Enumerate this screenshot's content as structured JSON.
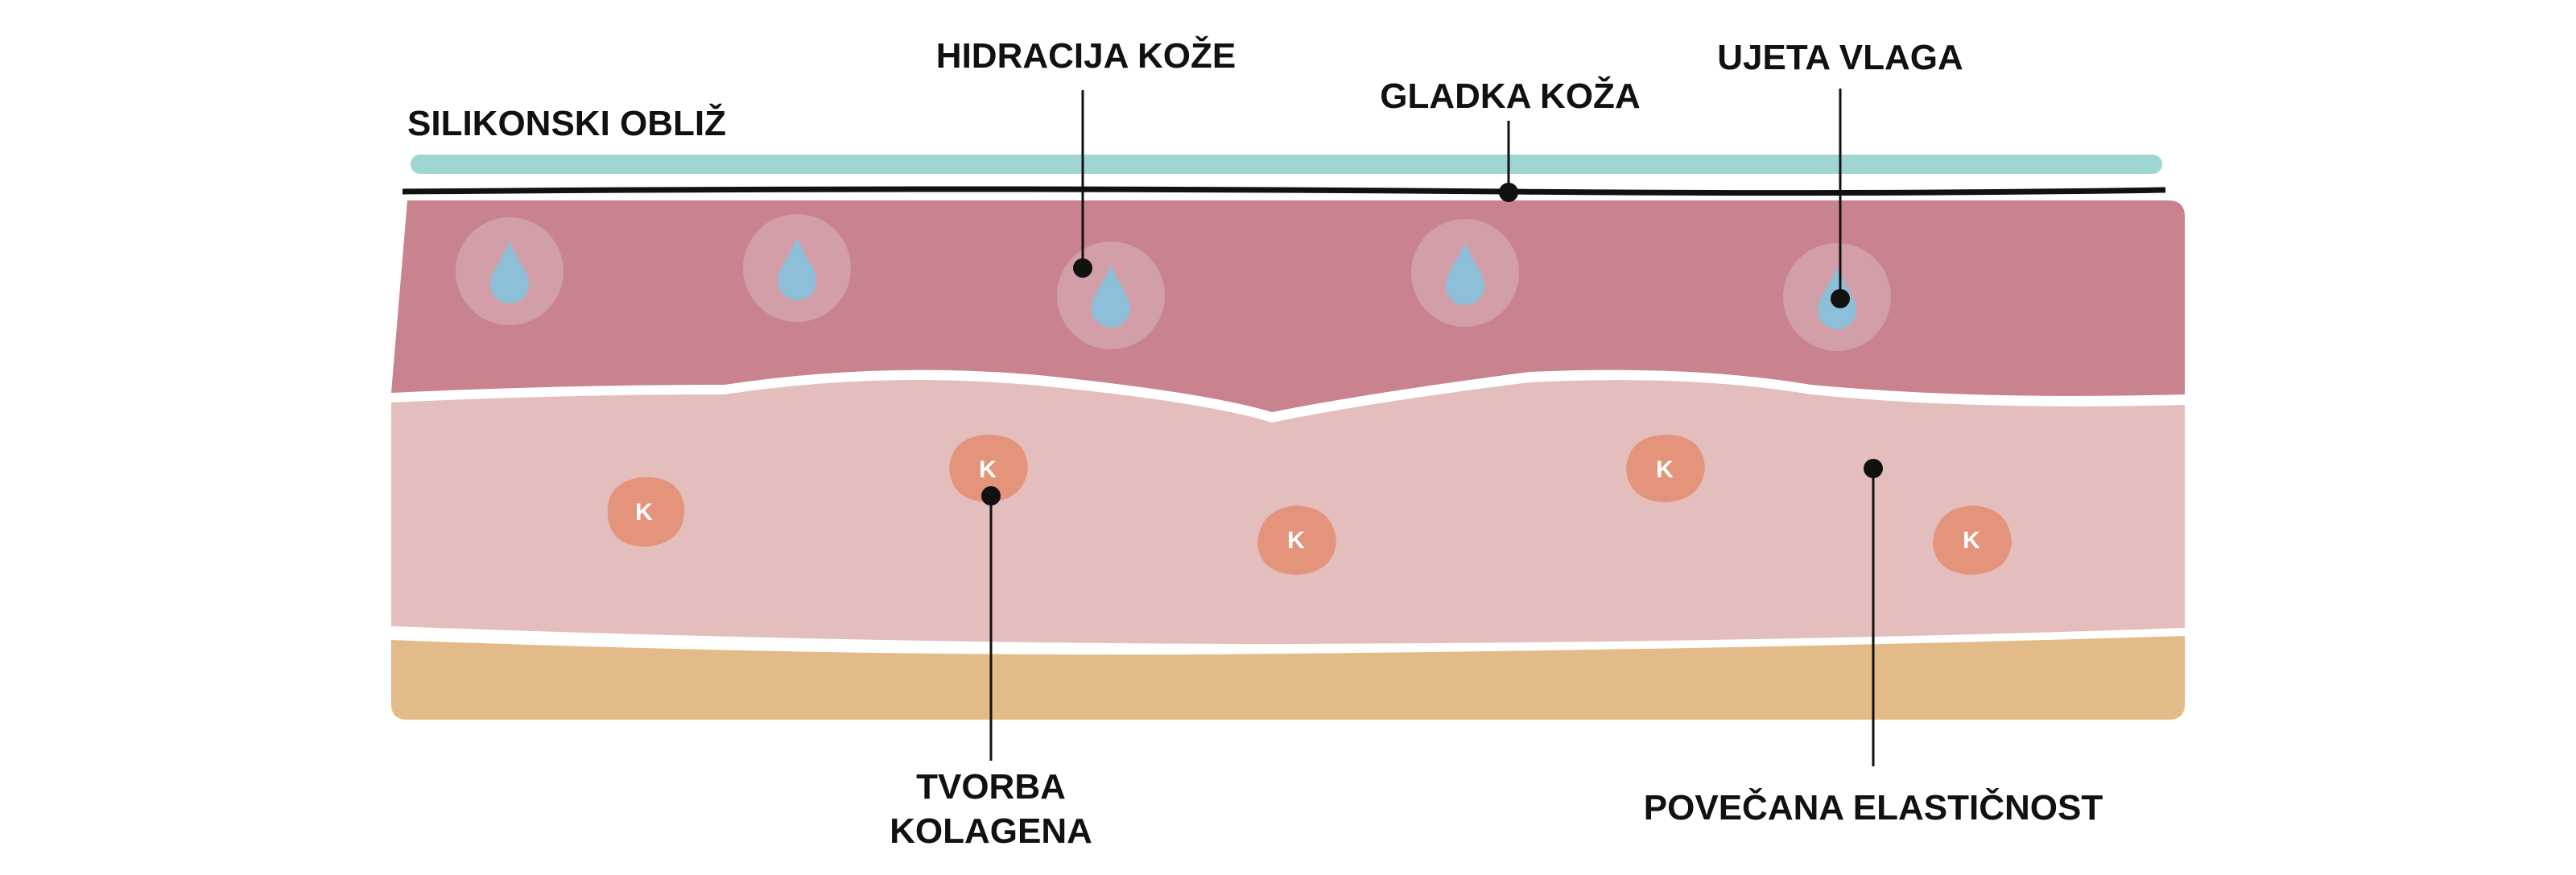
{
  "labels": {
    "patch": "SILIKONSKI OBLIŽ",
    "hydration": "HIDRACIJA KOŽE",
    "smooth": "GLADKA KOŽA",
    "moisture": "UJETA VLAGA",
    "collagen_1": "TVORBA",
    "collagen_2": "KOLAGENA",
    "elasticity": "POVEČANA ELASTIČNOST"
  },
  "collagen_marker": "K",
  "colors": {
    "patch": "#9fd5d2",
    "epidermis": "#c9838e",
    "dermis": "#e4bdbd",
    "fat": "#e2bb88",
    "drop": "#8dbfd8",
    "halo": "#d4a8b0",
    "collagen": "#e3947a"
  }
}
